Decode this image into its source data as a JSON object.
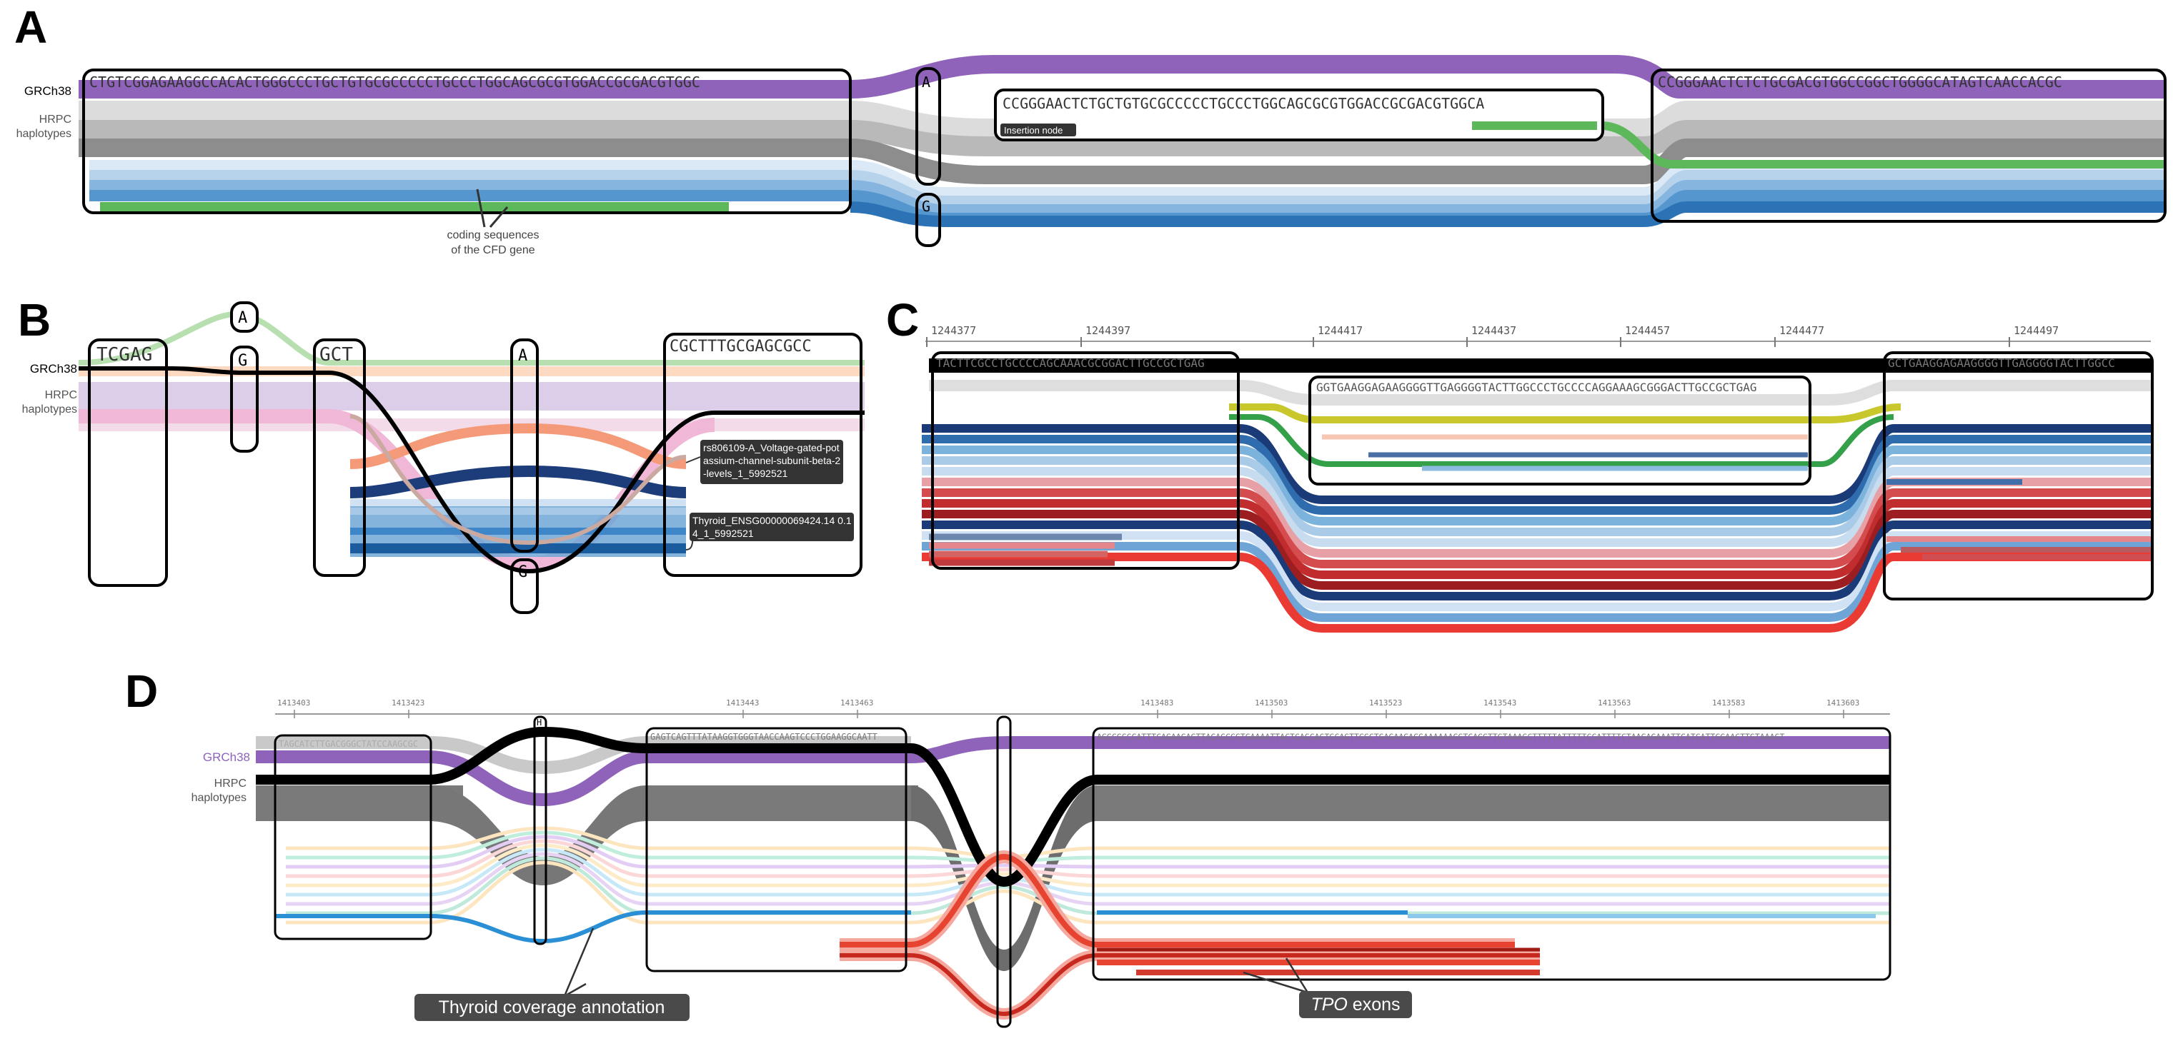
{
  "panels": {
    "A": {
      "letter": "A",
      "ref_label": "GRCh38",
      "hap_label": "HRPC haplotypes",
      "node1_seq": "CTGTCGGAGAAGGCCACACTGGGCCCTGCTGTGCGCCCCCTGCCCTGGCAGCGCGTGGACCGCGACGTGGC",
      "node_snp_a": "A",
      "node_snp_g": "G",
      "insertion_seq": "CCGGGAACTCTGCTGTGCGCCCCCTGCCCTGGCAGCGCGTGGACCGCGACGTGGCA",
      "insertion_label": "Insertion node",
      "node3_seq": "CCGGGAACTCTCTGCGACGTGGCCGGCTGGGGCATAGTCAACCACGC",
      "coding_label_1": "coding sequences",
      "coding_label_2": "of the CFD gene"
    },
    "B": {
      "letter": "B",
      "ref_label": "GRCh38",
      "hap_label": "HRPC haplotypes",
      "node1_seq": "TCGAG",
      "node_a": "A",
      "node_g": "G",
      "node2_seq": "GCT",
      "node_a2": "A",
      "node_g2": "G",
      "node3_seq": "CGCTTTGCGAGCGCC",
      "annot1": "rs806109-A_Voltage-gated-potassium-channel-subunit-beta-2-levels_1_5992521",
      "annot2": "Thyroid_ENSG00000069424.14 0.14_1_5992521"
    },
    "C": {
      "letter": "C",
      "ticks": [
        "1244377",
        "1244397",
        "1244417",
        "1244437",
        "1244457",
        "1244477",
        "1244497"
      ],
      "node1_seq": "TACTTCGCCTGCCCCAGCAAACGCGGACTTGCCGCTGAG",
      "node2_seq": "GGTGAAGGAGAAGGGGTTGAGGGGTACTTGGCCCTGCCCCAGGAAAGCGGGACTTGCCGCTGAG",
      "node3_seq": "GCTGAAGGAGAAGGGGTTGAGGGGTACTTGGCC"
    },
    "D": {
      "letter": "D",
      "ref_label": "GRCh38",
      "hap_label": "HRPC haplotypes",
      "ticks": [
        "1413403",
        "1413423",
        "1413443",
        "1413463",
        "1413483",
        "1413503",
        "1413523",
        "1413543",
        "1413563",
        "1413583",
        "1413603"
      ],
      "node1_seq": "TAGCATCTTGACGGGCTATCCAAGCGC",
      "node_snp_top": "H",
      "node2_seq": "GAGTCAGTTTATAAGGTGGGTAACCAAGTCCCTGGAAGGCAATT",
      "node3_seq": "AGGCGCCCATTTCAGAAGAGTTACAGCCGTGAAAATTACTCAGCAGTGCAGTTGGCTGAGAAGAGGAAAAAAGGTCAGGTTGTAAAGCTTTTTATTTTTCCATTTTCTAAGAGAAATTCATCATTGGAACTTGTAAAGT",
      "thyroid_label": "Thyroid coverage annotation",
      "tpo_label_italic": "TPO",
      "tpo_label_rest": " exons"
    }
  },
  "colors": {
    "grch38": "#8e63b9",
    "hrpc_gray": "#9c9c9c",
    "blue": "#3a84c4",
    "green": "#5db85c",
    "red": "#d83a30",
    "pink": "#f0b7d7",
    "orange": "#f59a78",
    "navy": "#1c3d7a"
  }
}
